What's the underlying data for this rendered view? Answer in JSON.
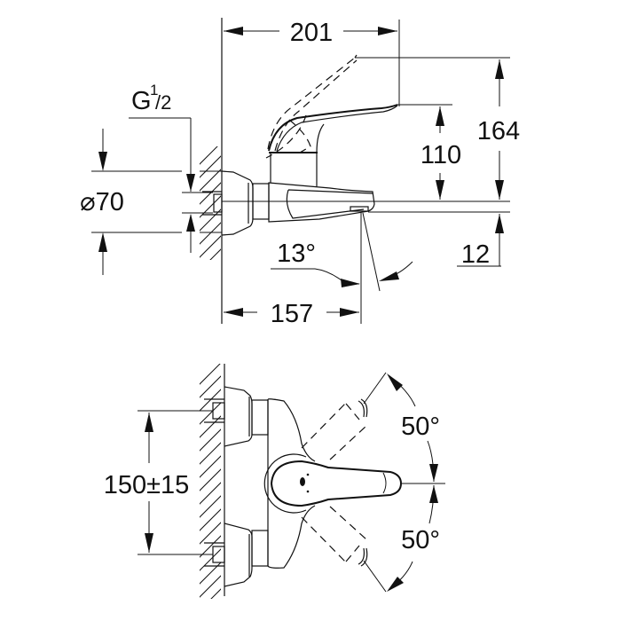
{
  "drawing": {
    "side_view": {
      "dim_total_width": "201",
      "dim_spout_projection": "157",
      "dim_total_height": "164",
      "dim_lever_height": "110",
      "dim_spout_offset": "12",
      "dim_spray_angle": "13°",
      "dim_rosette_diameter": "⌀70",
      "thread_label_main": "G",
      "thread_label_num": "1",
      "thread_label_den": "/2"
    },
    "top_view": {
      "dim_connection_spacing": "150±15",
      "dim_lever_angle_up": "50°",
      "dim_lever_angle_down": "50°"
    },
    "colors": {
      "line": "#111111",
      "background": "#ffffff"
    }
  }
}
